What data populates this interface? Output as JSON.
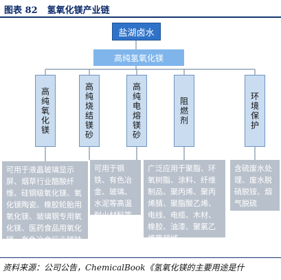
{
  "header": {
    "figure_number": "图表 82",
    "title": "氢氧化镁产业链"
  },
  "diagram": {
    "root": "盐湖卤水",
    "middle": "高纯氢氧化镁",
    "categories": [
      {
        "label": "高纯氧化镁",
        "description": "可用于液晶玻璃显示屏、烟草行业醋酸纤维、硅钢级氧化镁、氧化镁陶瓷、橡胶轮胎用氧化镁、玻璃钢专用氧化镁、医药食品用氧化镁、有色冶金行业镁钴提取用氧化镁等"
      },
      {
        "label": "高纯烧结镁砂",
        "description": "可用于钢铁、有色冶金、玻璃、水泥等高温耐火材料等行业"
      },
      {
        "label": "高纯电熔镁砂",
        "description": ""
      },
      {
        "label": "阻燃剂",
        "description": "广泛应用于聚脂、环氧树脂、涂料、纤维制品、聚丙烯、聚丙烯腈、聚脂酸乙烯、电线、电缆、木材、橡胶、油漆、聚氯乙烯等领域"
      },
      {
        "label": "环境保护",
        "description": "含硫废水处理、废水脱硝脱铵、烟气脱硫"
      }
    ]
  },
  "footer": {
    "source": "资料来源：公司公告，ChemicalBook《氢氧化镁的主要用途是什"
  },
  "colors": {
    "root": "#2f73c9",
    "middle": "#7fb5ea",
    "category": "#c9dcf0",
    "description": "#b8c0cb",
    "title": "#0b2a6b"
  }
}
